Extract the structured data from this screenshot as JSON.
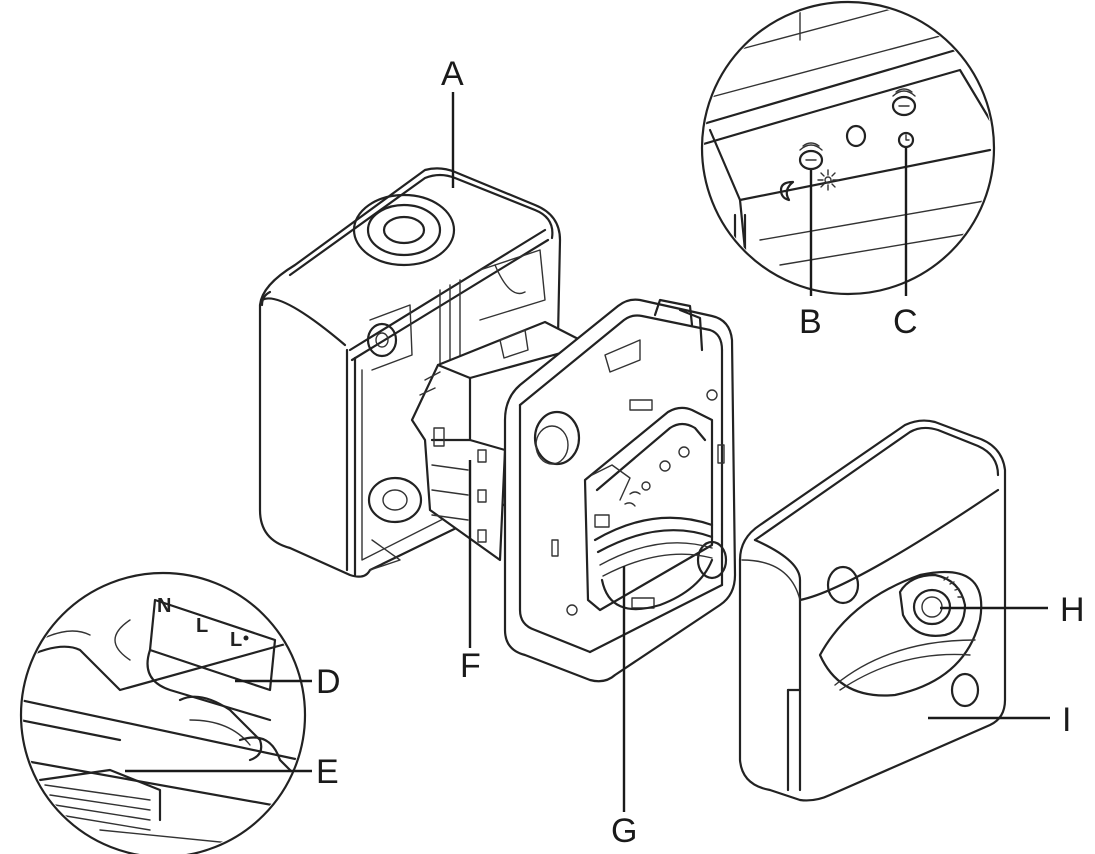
{
  "labels": {
    "A": "A",
    "B": "B",
    "C": "C",
    "D": "D",
    "E": "E",
    "F": "F",
    "G": "G",
    "H": "H",
    "I": "I"
  },
  "terminals": [
    "N",
    "L",
    "L"
  ]
}
